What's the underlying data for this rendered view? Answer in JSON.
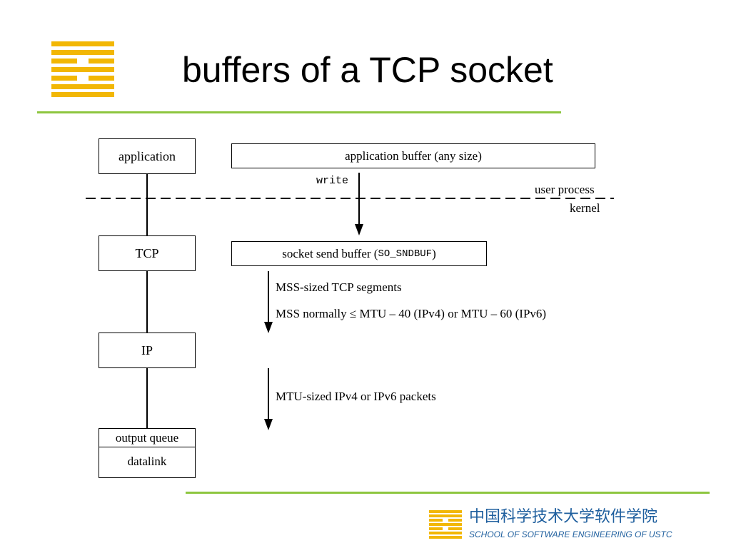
{
  "slide": {
    "title": "buffers of a TCP socket"
  },
  "diagram": {
    "stack": {
      "application": "application",
      "tcp": "TCP",
      "ip": "IP",
      "output_queue": "output queue",
      "datalink": "datalink"
    },
    "app_buffer_label": "application buffer (any size)",
    "write_label": "write",
    "boundary": {
      "upper": "user process",
      "lower": "kernel"
    },
    "socket_buffer": {
      "prefix": "socket send buffer (",
      "option": "SO_SNDBUF",
      "suffix": ")"
    },
    "segments": {
      "line1": "MSS-sized TCP segments",
      "line2": "MSS normally ≤ MTU – 40 (IPv4) or MTU – 60 (IPv6)"
    },
    "packets_label": "MTU-sized IPv4 or IPv6 packets"
  },
  "footer": {
    "school_cn": "中国科学技术大学软件学院",
    "school_en": "SCHOOL OF SOFTWARE ENGINEERING OF USTC"
  },
  "colors": {
    "logo_yellow": "#f2b705",
    "rule_green": "#8dc63f",
    "footer_blue": "#1f5f9e"
  }
}
